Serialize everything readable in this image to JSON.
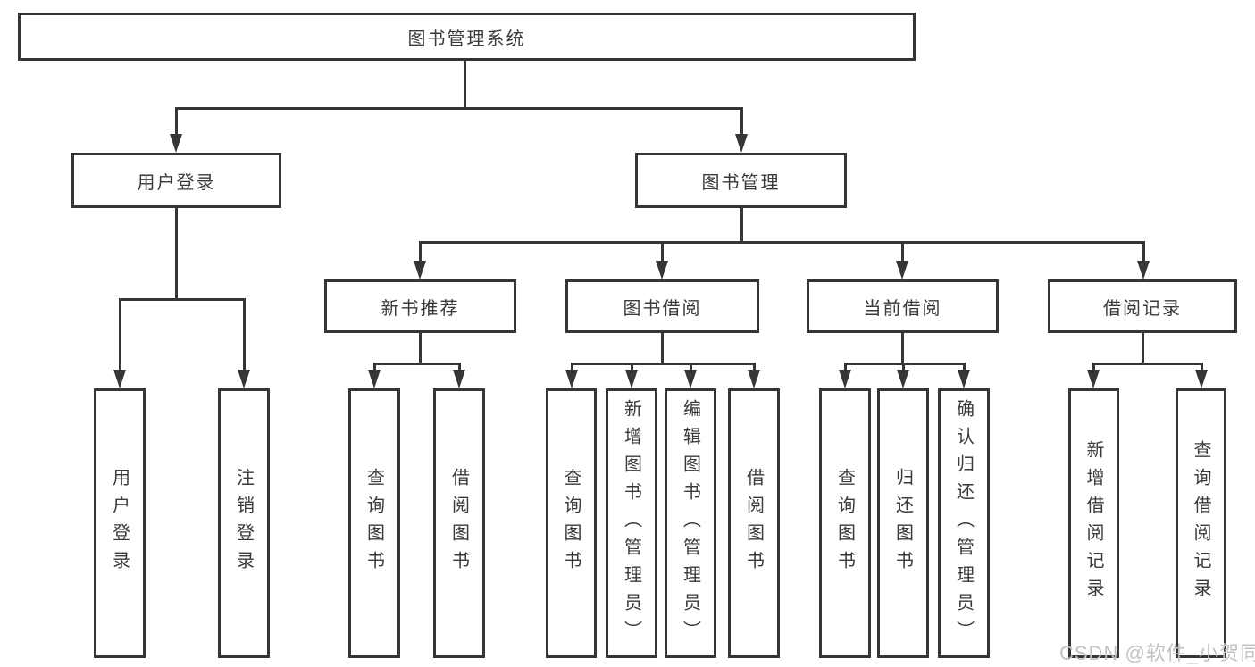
{
  "diagram_type": "functional-structure-tree",
  "colors": {
    "line": "#363636",
    "box_border": "#363636",
    "box_background": "#ffffff",
    "text": "#3a3a3a",
    "watermark_text": "#bfc2c4",
    "page_background": "#ffffff"
  },
  "tree": {
    "label": "图书管理系统",
    "children": [
      {
        "label": "用户登录",
        "children": [
          {
            "label": "用户登录"
          },
          {
            "label": "注销登录"
          }
        ]
      },
      {
        "label": "图书管理",
        "children": [
          {
            "label": "新书推荐",
            "children": [
              {
                "label": "查询图书"
              },
              {
                "label": "借阅图书"
              }
            ]
          },
          {
            "label": "图书借阅",
            "children": [
              {
                "label": "查询图书"
              },
              {
                "label": "新增图书（管理员）"
              },
              {
                "label": "编辑图书（管理员）"
              },
              {
                "label": "借阅图书"
              }
            ]
          },
          {
            "label": "当前借阅",
            "children": [
              {
                "label": "查询图书"
              },
              {
                "label": "归还图书"
              },
              {
                "label": "确认归还（管理员）"
              }
            ]
          },
          {
            "label": "借阅记录",
            "children": [
              {
                "label": "新增借阅记录"
              },
              {
                "label": "查询借阅记录"
              }
            ]
          }
        ]
      }
    ]
  },
  "watermark": {
    "text": "CSDN @软件_小贺同学"
  }
}
